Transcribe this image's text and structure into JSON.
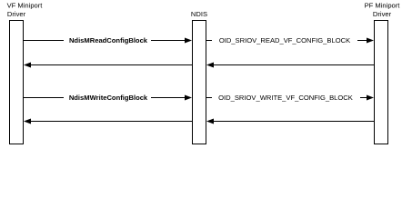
{
  "participants": [
    {
      "id": "vf",
      "line1": "VF Miniport",
      "line2": "Driver"
    },
    {
      "id": "ndis",
      "line1": "NDIS",
      "line2": ""
    },
    {
      "id": "pf",
      "line1": "PF Miniport",
      "line2": "Driver"
    }
  ],
  "messages": [
    {
      "label": "NdisMReadConfigBlock",
      "bold": true
    },
    {
      "label": "",
      "bold": false
    },
    {
      "label": "OID_SRIOV_READ_VF_CONFIG_BLOCK",
      "bold": false
    },
    {
      "label": "",
      "bold": false
    },
    {
      "label": "NdisMWriteConfigBlock",
      "bold": true
    },
    {
      "label": "",
      "bold": false
    },
    {
      "label": "OID_SRIOV_WRITE_VF_CONFIG_BLOCK",
      "bold": false
    },
    {
      "label": "",
      "bold": false
    }
  ]
}
